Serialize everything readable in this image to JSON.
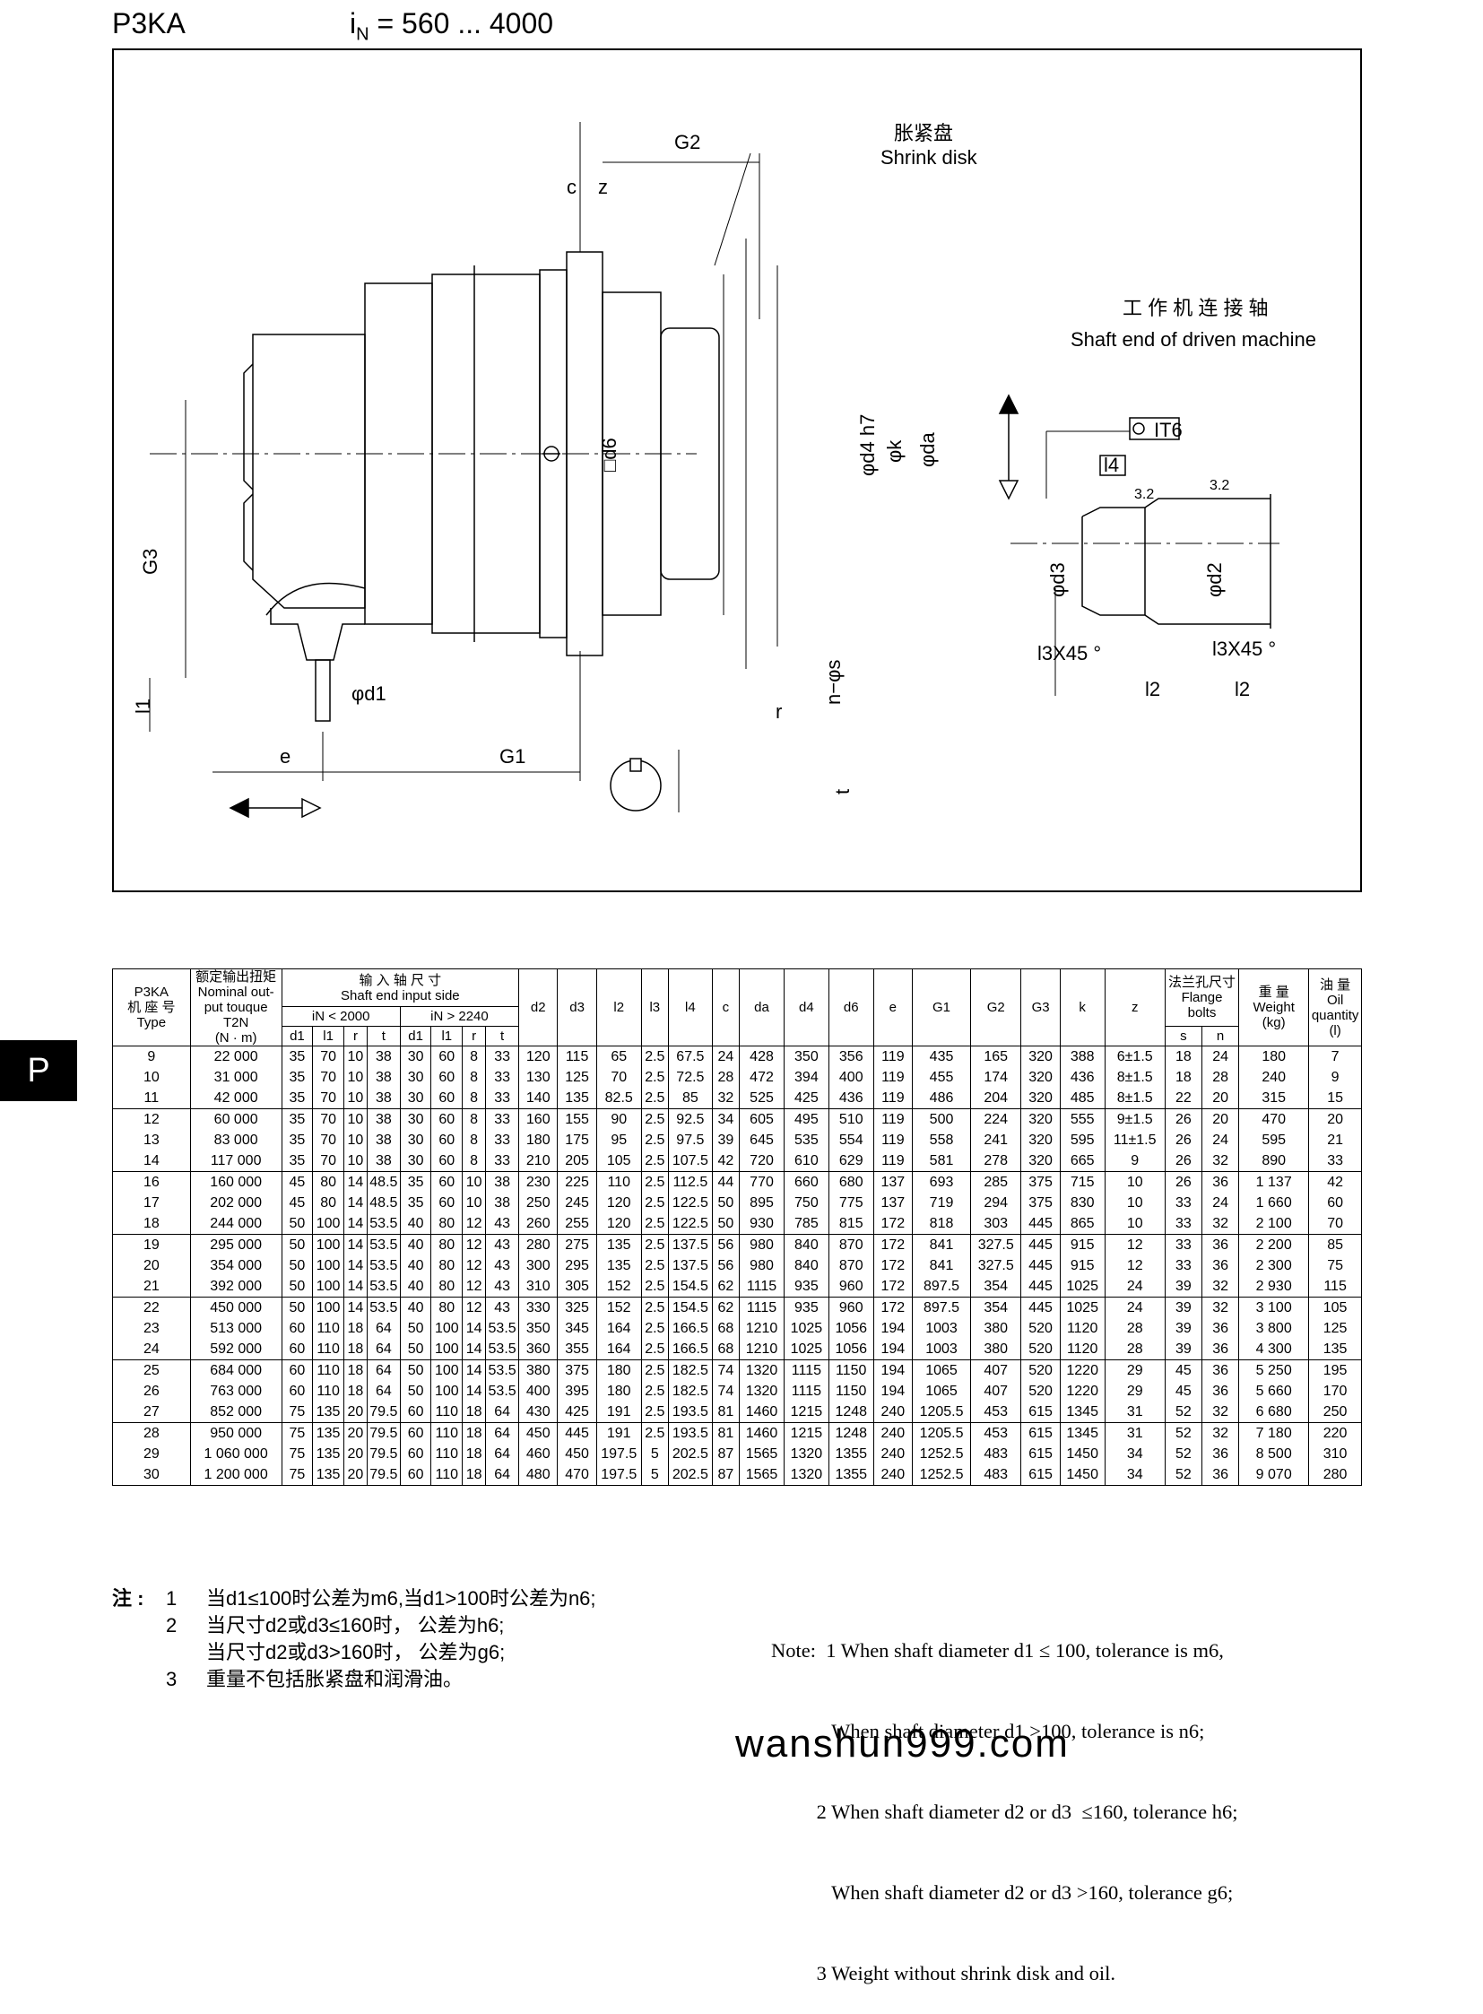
{
  "header": {
    "model": "P3KA",
    "ratio": "i",
    "ratio_sub": "N",
    "ratio_value": " = 560 ... 4000"
  },
  "drawing": {
    "labels": {
      "g2": "G2",
      "shrink_cn": "胀紧盘",
      "shrink_en": "Shrink  disk",
      "c": "c",
      "z": "z",
      "d6": "□d6",
      "d4": "φd4 h7",
      "k": "φk",
      "da": "φda",
      "g3": "G3",
      "l1": "l1",
      "d1": "φd1",
      "e": "e",
      "g1": "G1",
      "ns": "n−φs",
      "r": "r",
      "t": "t",
      "driven_cn": "工 作 机 连 接 轴",
      "driven_en": "Shaft end of driven machine",
      "it6": "IT6",
      "l4": "l4",
      "rough1": "3.2",
      "rough2": "3.2",
      "d3": "φd3",
      "d2": "φd2",
      "l3a": "l3X45 °",
      "l3b": "l3X45 °",
      "l2a": "l2",
      "l2b": "l2"
    }
  },
  "side_tab": "P",
  "table": {
    "headers": {
      "type_cn": "P3KA\n机 座 号\nType",
      "torque": "额定输出扭矩\nNominal out-\nput touque\nT2N\n(N · m)",
      "input_cn": "输 入 轴 尺 寸",
      "input_en": "Shaft end input side",
      "in_low": "iN < 2000",
      "in_high": "iN > 2240",
      "sub_low": [
        "d1",
        "l1",
        "r",
        "t"
      ],
      "sub_high": [
        "d1",
        "l1",
        "r",
        "t"
      ],
      "cols": [
        "d2",
        "d3",
        "l2",
        "l3",
        "l4",
        "c",
        "da",
        "d4",
        "d6",
        "e",
        "G1",
        "G2",
        "G3",
        "k",
        "z"
      ],
      "flange_cn": "法兰孔尺寸",
      "flange_en": "Flange bolts",
      "flange_sub": [
        "s",
        "n"
      ],
      "weight": "重 量\nWeight\n(kg)",
      "oil": "油 量\nOil\nquantity\n(l)"
    },
    "groups": [
      {
        "type": [
          "9",
          "10",
          "11"
        ],
        "torque": [
          "22 000",
          "31 000",
          "42 000"
        ],
        "d1a": [
          "35",
          "35",
          "35"
        ],
        "l1a": [
          "70",
          "70",
          "70"
        ],
        "ra": [
          "10",
          "10",
          "10"
        ],
        "ta": [
          "38",
          "38",
          "38"
        ],
        "d1b": [
          "30",
          "30",
          "30"
        ],
        "l1b": [
          "60",
          "60",
          "60"
        ],
        "rb": [
          "8",
          "8",
          "8"
        ],
        "tb": [
          "33",
          "33",
          "33"
        ],
        "d2": [
          "120",
          "130",
          "140"
        ],
        "d3": [
          "115",
          "125",
          "135"
        ],
        "l2": [
          "65",
          "70",
          "82.5"
        ],
        "l3": [
          "2.5",
          "2.5",
          "2.5"
        ],
        "l4": [
          "67.5",
          "72.5",
          "85"
        ],
        "c": [
          "24",
          "28",
          "32"
        ],
        "da": [
          "428",
          "472",
          "525"
        ],
        "d4": [
          "350",
          "394",
          "425"
        ],
        "d6": [
          "356",
          "400",
          "436"
        ],
        "e": [
          "119",
          "119",
          "119"
        ],
        "G1": [
          "435",
          "455",
          "486"
        ],
        "G2": [
          "165",
          "174",
          "204"
        ],
        "G3": [
          "320",
          "320",
          "320"
        ],
        "k": [
          "388",
          "436",
          "485"
        ],
        "z": [
          "6±1.5",
          "8±1.5",
          "8±1.5"
        ],
        "s": [
          "18",
          "18",
          "22"
        ],
        "n": [
          "24",
          "28",
          "20"
        ],
        "w": [
          "180",
          "240",
          "315"
        ],
        "oil": [
          "7",
          "9",
          "15"
        ]
      },
      {
        "type": [
          "12",
          "13",
          "14"
        ],
        "torque": [
          "60 000",
          "83 000",
          "117 000"
        ],
        "d1a": [
          "35",
          "35",
          "35"
        ],
        "l1a": [
          "70",
          "70",
          "70"
        ],
        "ra": [
          "10",
          "10",
          "10"
        ],
        "ta": [
          "38",
          "38",
          "38"
        ],
        "d1b": [
          "30",
          "30",
          "30"
        ],
        "l1b": [
          "60",
          "60",
          "60"
        ],
        "rb": [
          "8",
          "8",
          "8"
        ],
        "tb": [
          "33",
          "33",
          "33"
        ],
        "d2": [
          "160",
          "180",
          "210"
        ],
        "d3": [
          "155",
          "175",
          "205"
        ],
        "l2": [
          "90",
          "95",
          "105"
        ],
        "l3": [
          "2.5",
          "2.5",
          "2.5"
        ],
        "l4": [
          "92.5",
          "97.5",
          "107.5"
        ],
        "c": [
          "34",
          "39",
          "42"
        ],
        "da": [
          "605",
          "645",
          "720"
        ],
        "d4": [
          "495",
          "535",
          "610"
        ],
        "d6": [
          "510",
          "554",
          "629"
        ],
        "e": [
          "119",
          "119",
          "119"
        ],
        "G1": [
          "500",
          "558",
          "581"
        ],
        "G2": [
          "224",
          "241",
          "278"
        ],
        "G3": [
          "320",
          "320",
          "320"
        ],
        "k": [
          "555",
          "595",
          "665"
        ],
        "z": [
          "9±1.5",
          "11±1.5",
          "9"
        ],
        "s": [
          "26",
          "26",
          "26"
        ],
        "n": [
          "20",
          "24",
          "32"
        ],
        "w": [
          "470",
          "595",
          "890"
        ],
        "oil": [
          "20",
          "21",
          "33"
        ]
      },
      {
        "type": [
          "16",
          "17",
          "18"
        ],
        "torque": [
          "160 000",
          "202 000",
          "244 000"
        ],
        "d1a": [
          "45",
          "45",
          "50"
        ],
        "l1a": [
          "80",
          "80",
          "100"
        ],
        "ra": [
          "14",
          "14",
          "14"
        ],
        "ta": [
          "48.5",
          "48.5",
          "53.5"
        ],
        "d1b": [
          "35",
          "35",
          "40"
        ],
        "l1b": [
          "60",
          "60",
          "80"
        ],
        "rb": [
          "10",
          "10",
          "12"
        ],
        "tb": [
          "38",
          "38",
          "43"
        ],
        "d2": [
          "230",
          "250",
          "260"
        ],
        "d3": [
          "225",
          "245",
          "255"
        ],
        "l2": [
          "110",
          "120",
          "120"
        ],
        "l3": [
          "2.5",
          "2.5",
          "2.5"
        ],
        "l4": [
          "112.5",
          "122.5",
          "122.5"
        ],
        "c": [
          "44",
          "50",
          "50"
        ],
        "da": [
          "770",
          "895",
          "930"
        ],
        "d4": [
          "660",
          "750",
          "785"
        ],
        "d6": [
          "680",
          "775",
          "815"
        ],
        "e": [
          "137",
          "137",
          "172"
        ],
        "G1": [
          "693",
          "719",
          "818"
        ],
        "G2": [
          "285",
          "294",
          "303"
        ],
        "G3": [
          "375",
          "375",
          "445"
        ],
        "k": [
          "715",
          "830",
          "865"
        ],
        "z": [
          "10",
          "10",
          "10"
        ],
        "s": [
          "26",
          "33",
          "33"
        ],
        "n": [
          "36",
          "24",
          "32"
        ],
        "w": [
          "1 137",
          "1 660",
          "2 100"
        ],
        "oil": [
          "42",
          "60",
          "70"
        ]
      },
      {
        "type": [
          "19",
          "20",
          "21"
        ],
        "torque": [
          "295 000",
          "354 000",
          "392 000"
        ],
        "d1a": [
          "50",
          "50",
          "50"
        ],
        "l1a": [
          "100",
          "100",
          "100"
        ],
        "ra": [
          "14",
          "14",
          "14"
        ],
        "ta": [
          "53.5",
          "53.5",
          "53.5"
        ],
        "d1b": [
          "40",
          "40",
          "40"
        ],
        "l1b": [
          "80",
          "80",
          "80"
        ],
        "rb": [
          "12",
          "12",
          "12"
        ],
        "tb": [
          "43",
          "43",
          "43"
        ],
        "d2": [
          "280",
          "300",
          "310"
        ],
        "d3": [
          "275",
          "295",
          "305"
        ],
        "l2": [
          "135",
          "135",
          "152"
        ],
        "l3": [
          "2.5",
          "2.5",
          "2.5"
        ],
        "l4": [
          "137.5",
          "137.5",
          "154.5"
        ],
        "c": [
          "56",
          "56",
          "62"
        ],
        "da": [
          "980",
          "980",
          "1115"
        ],
        "d4": [
          "840",
          "840",
          "935"
        ],
        "d6": [
          "870",
          "870",
          "960"
        ],
        "e": [
          "172",
          "172",
          "172"
        ],
        "G1": [
          "841",
          "841",
          "897.5"
        ],
        "G2": [
          "327.5",
          "327.5",
          "354"
        ],
        "G3": [
          "445",
          "445",
          "445"
        ],
        "k": [
          "915",
          "915",
          "1025"
        ],
        "z": [
          "12",
          "12",
          "24"
        ],
        "s": [
          "33",
          "33",
          "39"
        ],
        "n": [
          "36",
          "36",
          "32"
        ],
        "w": [
          "2 200",
          "2 300",
          "2 930"
        ],
        "oil": [
          "85",
          "75",
          "115"
        ]
      },
      {
        "type": [
          "22",
          "23",
          "24"
        ],
        "torque": [
          "450 000",
          "513 000",
          "592 000"
        ],
        "d1a": [
          "50",
          "60",
          "60"
        ],
        "l1a": [
          "100",
          "110",
          "110"
        ],
        "ra": [
          "14",
          "18",
          "18"
        ],
        "ta": [
          "53.5",
          "64",
          "64"
        ],
        "d1b": [
          "40",
          "50",
          "50"
        ],
        "l1b": [
          "80",
          "100",
          "100"
        ],
        "rb": [
          "12",
          "14",
          "14"
        ],
        "tb": [
          "43",
          "53.5",
          "53.5"
        ],
        "d2": [
          "330",
          "350",
          "360"
        ],
        "d3": [
          "325",
          "345",
          "355"
        ],
        "l2": [
          "152",
          "164",
          "164"
        ],
        "l3": [
          "2.5",
          "2.5",
          "2.5"
        ],
        "l4": [
          "154.5",
          "166.5",
          "166.5"
        ],
        "c": [
          "62",
          "68",
          "68"
        ],
        "da": [
          "1115",
          "1210",
          "1210"
        ],
        "d4": [
          "935",
          "1025",
          "1025"
        ],
        "d6": [
          "960",
          "1056",
          "1056"
        ],
        "e": [
          "172",
          "194",
          "194"
        ],
        "G1": [
          "897.5",
          "1003",
          "1003"
        ],
        "G2": [
          "354",
          "380",
          "380"
        ],
        "G3": [
          "445",
          "520",
          "520"
        ],
        "k": [
          "1025",
          "1120",
          "1120"
        ],
        "z": [
          "24",
          "28",
          "28"
        ],
        "s": [
          "39",
          "39",
          "39"
        ],
        "n": [
          "32",
          "36",
          "36"
        ],
        "w": [
          "3 100",
          "3 800",
          "4 300"
        ],
        "oil": [
          "105",
          "125",
          "135"
        ]
      },
      {
        "type": [
          "25",
          "26",
          "27"
        ],
        "torque": [
          "684 000",
          "763 000",
          "852 000"
        ],
        "d1a": [
          "60",
          "60",
          "75"
        ],
        "l1a": [
          "110",
          "110",
          "135"
        ],
        "ra": [
          "18",
          "18",
          "20"
        ],
        "ta": [
          "64",
          "64",
          "79.5"
        ],
        "d1b": [
          "50",
          "50",
          "60"
        ],
        "l1b": [
          "100",
          "100",
          "110"
        ],
        "rb": [
          "14",
          "14",
          "18"
        ],
        "tb": [
          "53.5",
          "53.5",
          "64"
        ],
        "d2": [
          "380",
          "400",
          "430"
        ],
        "d3": [
          "375",
          "395",
          "425"
        ],
        "l2": [
          "180",
          "180",
          "191"
        ],
        "l3": [
          "2.5",
          "2.5",
          "2.5"
        ],
        "l4": [
          "182.5",
          "182.5",
          "193.5"
        ],
        "c": [
          "74",
          "74",
          "81"
        ],
        "da": [
          "1320",
          "1320",
          "1460"
        ],
        "d4": [
          "1115",
          "1115",
          "1215"
        ],
        "d6": [
          "1150",
          "1150",
          "1248"
        ],
        "e": [
          "194",
          "194",
          "240"
        ],
        "G1": [
          "1065",
          "1065",
          "1205.5"
        ],
        "G2": [
          "407",
          "407",
          "453"
        ],
        "G3": [
          "520",
          "520",
          "615"
        ],
        "k": [
          "1220",
          "1220",
          "1345"
        ],
        "z": [
          "29",
          "29",
          "31"
        ],
        "s": [
          "45",
          "45",
          "52"
        ],
        "n": [
          "36",
          "36",
          "32"
        ],
        "w": [
          "5 250",
          "5 660",
          "6 680"
        ],
        "oil": [
          "195",
          "170",
          "250"
        ]
      },
      {
        "type": [
          "28",
          "29",
          "30"
        ],
        "torque": [
          "950 000",
          "1 060 000",
          "1 200 000"
        ],
        "d1a": [
          "75",
          "75",
          "75"
        ],
        "l1a": [
          "135",
          "135",
          "135"
        ],
        "ra": [
          "20",
          "20",
          "20"
        ],
        "ta": [
          "79.5",
          "79.5",
          "79.5"
        ],
        "d1b": [
          "60",
          "60",
          "60"
        ],
        "l1b": [
          "110",
          "110",
          "110"
        ],
        "rb": [
          "18",
          "18",
          "18"
        ],
        "tb": [
          "64",
          "64",
          "64"
        ],
        "d2": [
          "450",
          "460",
          "480"
        ],
        "d3": [
          "445",
          "450",
          "470"
        ],
        "l2": [
          "191",
          "197.5",
          "197.5"
        ],
        "l3": [
          "2.5",
          "5",
          "5"
        ],
        "l4": [
          "193.5",
          "202.5",
          "202.5"
        ],
        "c": [
          "81",
          "87",
          "87"
        ],
        "da": [
          "1460",
          "1565",
          "1565"
        ],
        "d4": [
          "1215",
          "1320",
          "1320"
        ],
        "d6": [
          "1248",
          "1355",
          "1355"
        ],
        "e": [
          "240",
          "240",
          "240"
        ],
        "G1": [
          "1205.5",
          "1252.5",
          "1252.5"
        ],
        "G2": [
          "453",
          "483",
          "483"
        ],
        "G3": [
          "615",
          "615",
          "615"
        ],
        "k": [
          "1345",
          "1450",
          "1450"
        ],
        "z": [
          "31",
          "34",
          "34"
        ],
        "s": [
          "52",
          "52",
          "52"
        ],
        "n": [
          "32",
          "36",
          "36"
        ],
        "w": [
          "7 180",
          "8 500",
          "9 070"
        ],
        "oil": [
          "220",
          "310",
          "280"
        ]
      }
    ]
  },
  "notes_cn": {
    "prefix": "注 :",
    "items": [
      {
        "num": "1",
        "text": "当d1≤100时公差为m6,当d1>100时公差为n6;"
      },
      {
        "num": "2",
        "text": "当尺寸d2或d3≤160时， 公差为h6;"
      },
      {
        "num": "",
        "text": "当尺寸d2或d3>160时， 公差为g6;"
      },
      {
        "num": "3",
        "text": "重量不包括胀紧盘和润滑油。"
      }
    ]
  },
  "notes_en": [
    "Note:  1 When shaft diameter d1 ≤ 100, tolerance is m6,",
    "            When shaft diameter d1 >100, tolerance is n6;",
    "         2 When shaft diameter d2 or d3  ≤160, tolerance h6;",
    "            When shaft diameter d2 or d3 >160, tolerance g6;",
    "         3 Weight without shrink disk and oil."
  ],
  "footer": {
    "url": "wanshun999.com"
  }
}
